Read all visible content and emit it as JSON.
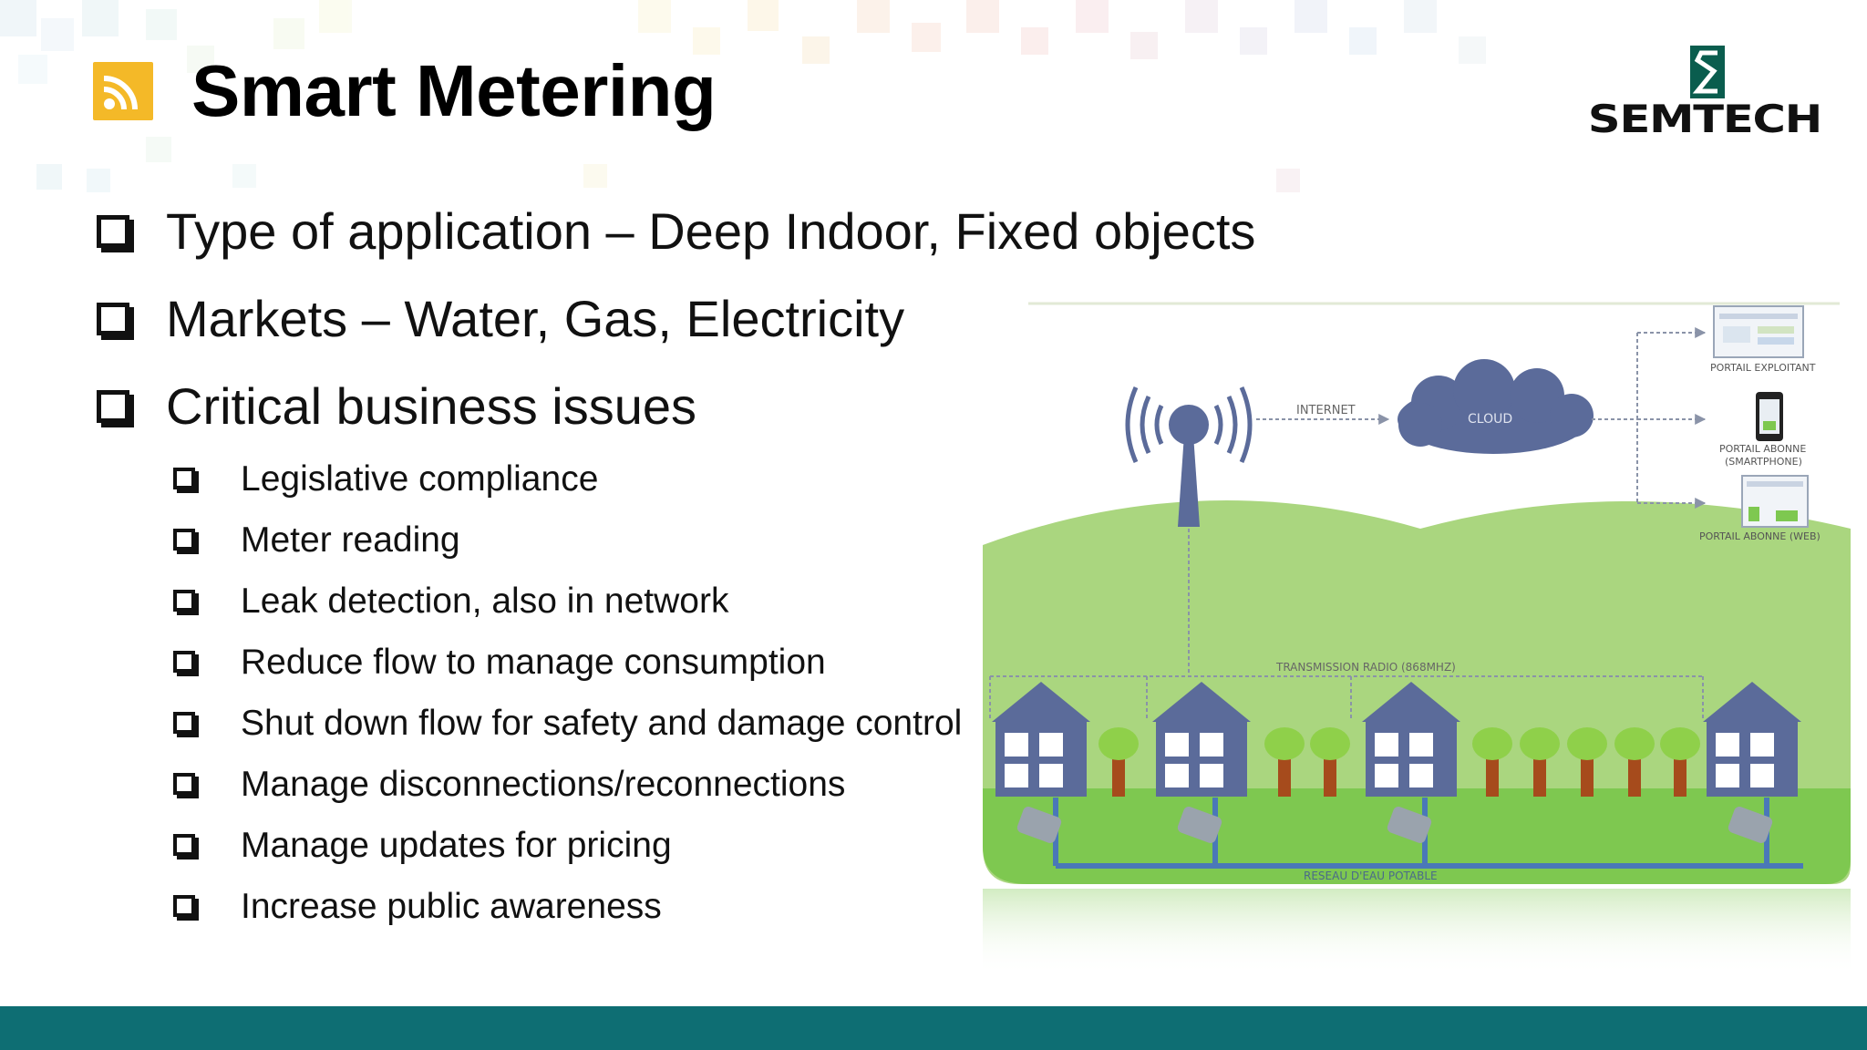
{
  "slide": {
    "title": "Smart Metering",
    "title_icon": "rss-icon",
    "logo_text": "SEMTECH",
    "colors": {
      "title_icon_bg": "#f4b928",
      "footer": "#0e6e73",
      "hill": "#aad67f",
      "grass": "#7ec850",
      "house": "#5b6b9a",
      "cloud": "#5b6b9a"
    }
  },
  "bullets": [
    "Type of application – Deep Indoor, Fixed objects",
    "Markets – Water, Gas, Electricity",
    "Critical business issues"
  ],
  "sub_bullets": [
    "Legislative compliance",
    "Meter reading",
    "Leak detection, also in network",
    "Reduce flow to manage consumption",
    "Shut down flow for safety and damage control",
    "Manage disconnections/reconnections",
    "Manage updates for pricing",
    "Increase public awareness"
  ],
  "diagram": {
    "internet": "INTERNET",
    "cloud": "CLOUD",
    "portal_exploitant": "PORTAIL EXPLOITANT",
    "portal_smartphone_1": "PORTAIL ABONNE",
    "portal_smartphone_2": "(SMARTPHONE)",
    "portal_web": "PORTAIL ABONNE (WEB)",
    "radio": "TRANSMISSION RADIO (868MHZ)",
    "network": "RESEAU D'EAU POTABLE"
  }
}
